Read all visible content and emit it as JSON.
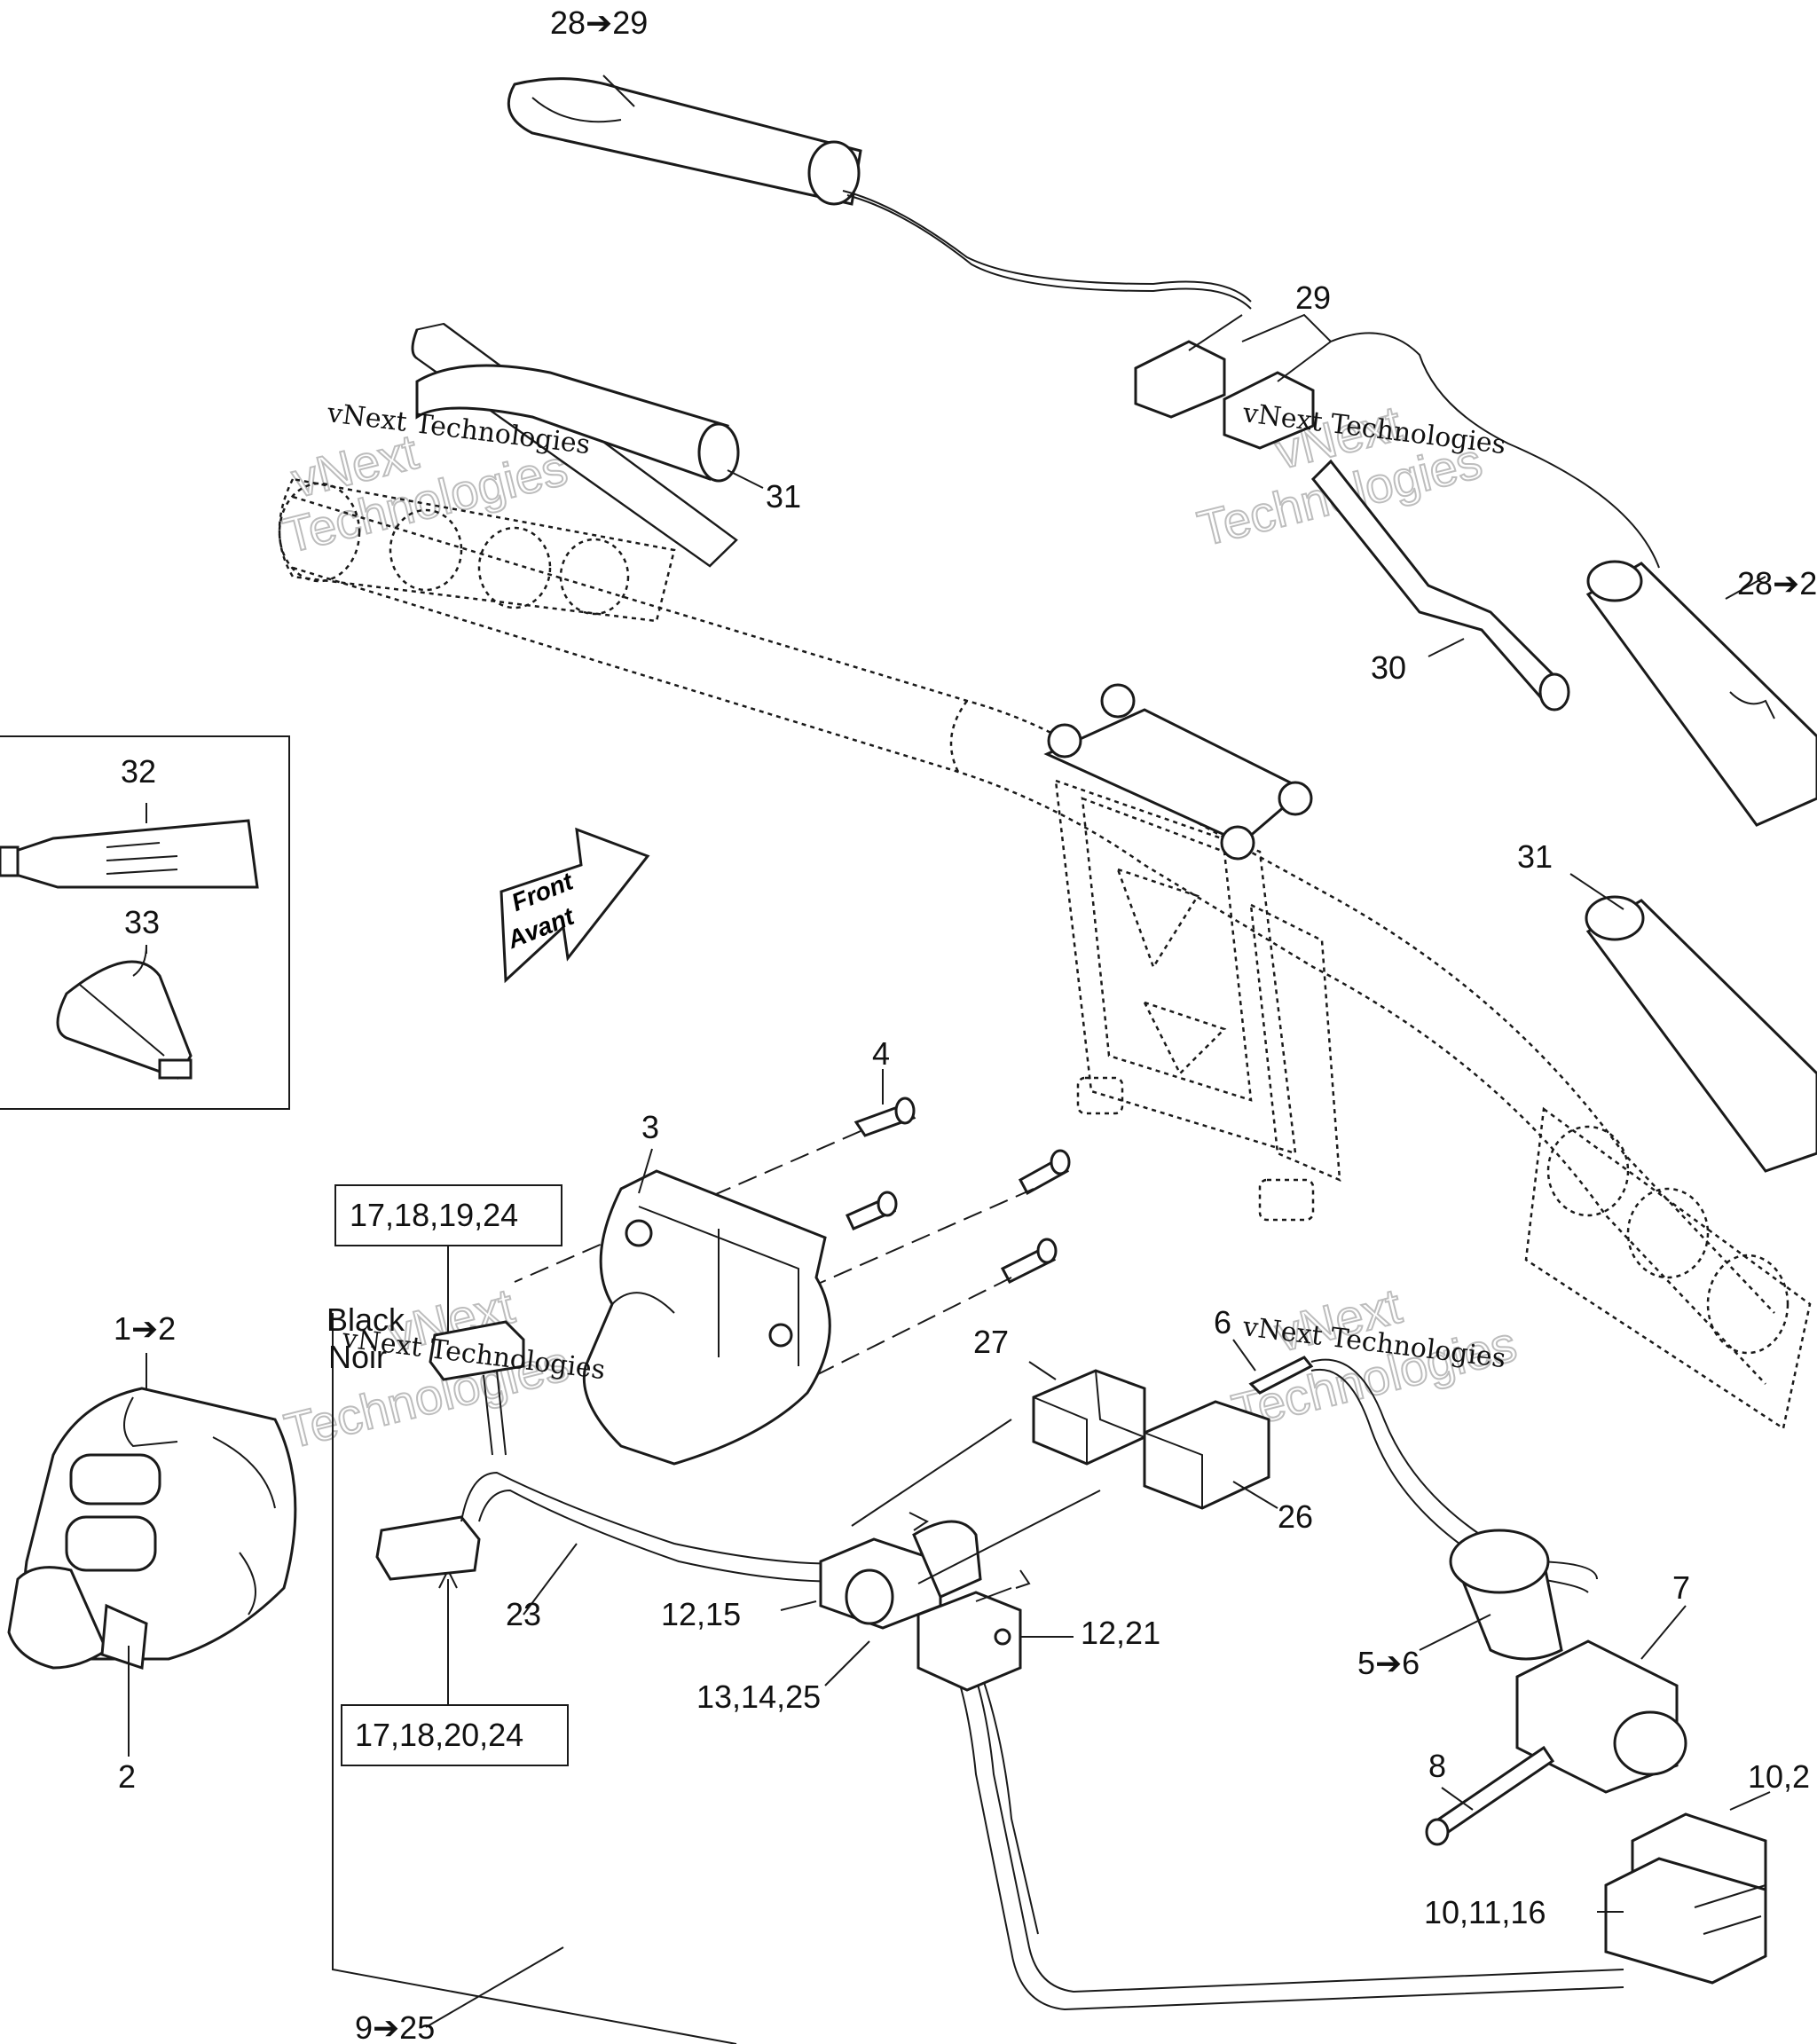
{
  "callouts": {
    "c28_29_top": "28➔29",
    "c29": "29",
    "c31_left": "31",
    "c28_2_right": "28➔2",
    "c30": "30",
    "c32": "32",
    "c33": "33",
    "c31_right": "31",
    "c4": "4",
    "c3": "3",
    "box_17_18_19_24": "17,18,19,24",
    "c1_2": "1➔2",
    "black": "Black",
    "noir": "Noir",
    "c27": "27",
    "c6": "6",
    "c26": "26",
    "c7": "7",
    "c23": "23",
    "c12_15": "12,15",
    "c12_21": "12,21",
    "c13_14_25": "13,14,25",
    "c5_6": "5➔6",
    "c2": "2",
    "box_17_18_20_24": "17,18,20,24",
    "c8": "8",
    "c10_2": "10,2",
    "c10_11_16": "10,11,16",
    "c9_25": "9➔25"
  },
  "front_arrow": {
    "line1": "Front",
    "line2": "Avant"
  },
  "watermark": {
    "name": "vNext Technologies",
    "big1": "vNext",
    "big2": "Technologies"
  },
  "colors": {
    "line": "#1a1a1a",
    "background": "#ffffff",
    "watermark": "#bdbdbd"
  }
}
